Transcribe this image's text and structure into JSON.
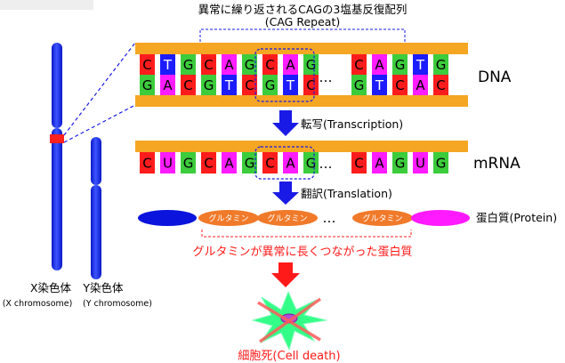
{
  "header": {
    "title_line1": "異常に繰り返されるCAGの3塩基反復配列",
    "title_line2": "(CAG Repeat)"
  },
  "dna": {
    "label": "DNA",
    "top_strand": [
      "C",
      "T",
      "G",
      "C",
      "A",
      "G",
      "C",
      "A",
      "G",
      "C",
      "A",
      "G",
      "T",
      "G"
    ],
    "bottom_strand": [
      "G",
      "A",
      "C",
      "G",
      "T",
      "C",
      "G",
      "T",
      "C",
      "G",
      "T",
      "C",
      "A",
      "C"
    ],
    "ellipsis": "…"
  },
  "transcription": {
    "label": "転写(Transcription)"
  },
  "mrna": {
    "label": "mRNA",
    "sequence": [
      "C",
      "U",
      "G",
      "C",
      "A",
      "G",
      "C",
      "A",
      "G",
      "C",
      "A",
      "G",
      "U",
      "G"
    ],
    "ellipsis": "…"
  },
  "translation": {
    "label": "翻訳(Translation)"
  },
  "protein": {
    "label": "蛋白質(Protein)",
    "segments": [
      "グルタミン",
      "グルタミン",
      "グルタミン"
    ],
    "ellipsis": "…"
  },
  "polyq_label": "グルタミンが異常に長くつながった蛋白質",
  "cell_death_label": "細胞死(Cell death)",
  "chromosomes": {
    "x_label": "X染色体",
    "x_sub": "(X chromosome)",
    "y_label": "Y染色体",
    "y_sub": "(Y chromosome)"
  },
  "colors": {
    "C": "#ff1c1c",
    "G": "#3ccc3c",
    "A": "#ff1cff",
    "T": "#1c1cff",
    "U": "#ff1cff",
    "backbone": "#f5a623",
    "chromosome": "#1e32ff",
    "arrow_blue": "#1a1ae6",
    "arrow_red": "#ff1a1a",
    "red_text": "#ff1a1a",
    "glutamine": "#f07a2a",
    "protein_start": "#0a14dc",
    "protein_end": "#ff1aff",
    "cell": "#33ff88"
  },
  "icons": [
    "chromosome-icon",
    "down-arrow-icon",
    "dead-cell-icon"
  ]
}
